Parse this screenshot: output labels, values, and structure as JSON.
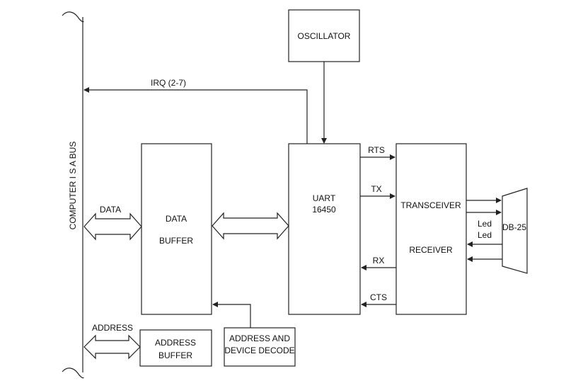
{
  "bus": {
    "label": "COMPUTER I S A BUS"
  },
  "blocks": {
    "oscillator": "OSCILLATOR",
    "data_buffer": [
      "DATA",
      "BUFFER"
    ],
    "uart": [
      "UART",
      "16450"
    ],
    "transceiver": [
      "TRANSCEIVER",
      "RECEIVER"
    ],
    "address_buffer": [
      "ADDRESS",
      "BUFFER"
    ],
    "address_decode": [
      "ADDRESS AND",
      "DEVICE DECODE"
    ],
    "connector": "DB-25"
  },
  "signals": {
    "irq": "IRQ (2-7)",
    "data": "DATA",
    "address": "ADDRESS",
    "rts": "RTS",
    "tx": "TX",
    "rx": "RX",
    "cts": "CTS",
    "led1": "Led",
    "led2": "Led"
  }
}
